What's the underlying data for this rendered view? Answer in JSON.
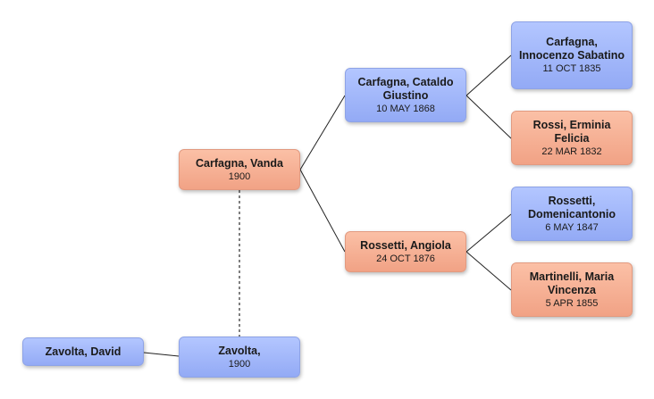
{
  "people": {
    "vanda": {
      "name": "Carfagna, Vanda",
      "date": "1900",
      "gender": "female"
    },
    "cataldo": {
      "name": "Carfagna, Cataldo Giustino",
      "date": "10 MAY 1868",
      "gender": "male"
    },
    "angiola": {
      "name": "Rossetti, Angiola",
      "date": "24 OCT 1876",
      "gender": "female"
    },
    "innocenzo": {
      "name": "Carfagna, Innocenzo Sabatino",
      "date": "11 OCT 1835",
      "gender": "male"
    },
    "erminia": {
      "name": "Rossi, Erminia Felicia",
      "date": "22 MAR 1832",
      "gender": "female"
    },
    "domenicantonio": {
      "name": "Rossetti, Domenicantonio",
      "date": "6 MAY 1847",
      "gender": "male"
    },
    "maria": {
      "name": "Martinelli, Maria Vincenza",
      "date": "5 APR 1855",
      "gender": "female"
    },
    "zavolta": {
      "name": "Zavolta,",
      "date": "1900",
      "gender": "male"
    },
    "david": {
      "name": "Zavolta, David",
      "date": "",
      "gender": "male"
    }
  },
  "relations": {
    "parents": [
      {
        "child": "vanda",
        "parents": [
          "cataldo",
          "angiola"
        ]
      },
      {
        "child": "cataldo",
        "parents": [
          "innocenzo",
          "erminia"
        ]
      },
      {
        "child": "angiola",
        "parents": [
          "domenicantonio",
          "maria"
        ]
      }
    ],
    "spouses": [
      {
        "a": "vanda",
        "b": "zavolta"
      }
    ],
    "children": [
      {
        "parent": "zavolta",
        "child": "david"
      }
    ]
  }
}
